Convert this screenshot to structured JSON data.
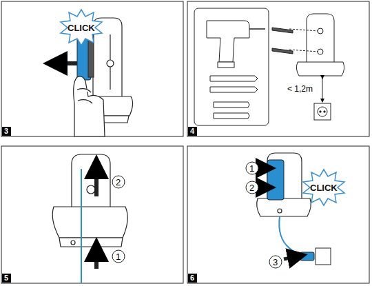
{
  "diagram": {
    "labels": [
      "CLICK",
      "3",
      "< 1,2m",
      "4",
      "2",
      "1",
      "5",
      "1",
      "2",
      "CLICK",
      "3",
      "6"
    ]
  }
}
